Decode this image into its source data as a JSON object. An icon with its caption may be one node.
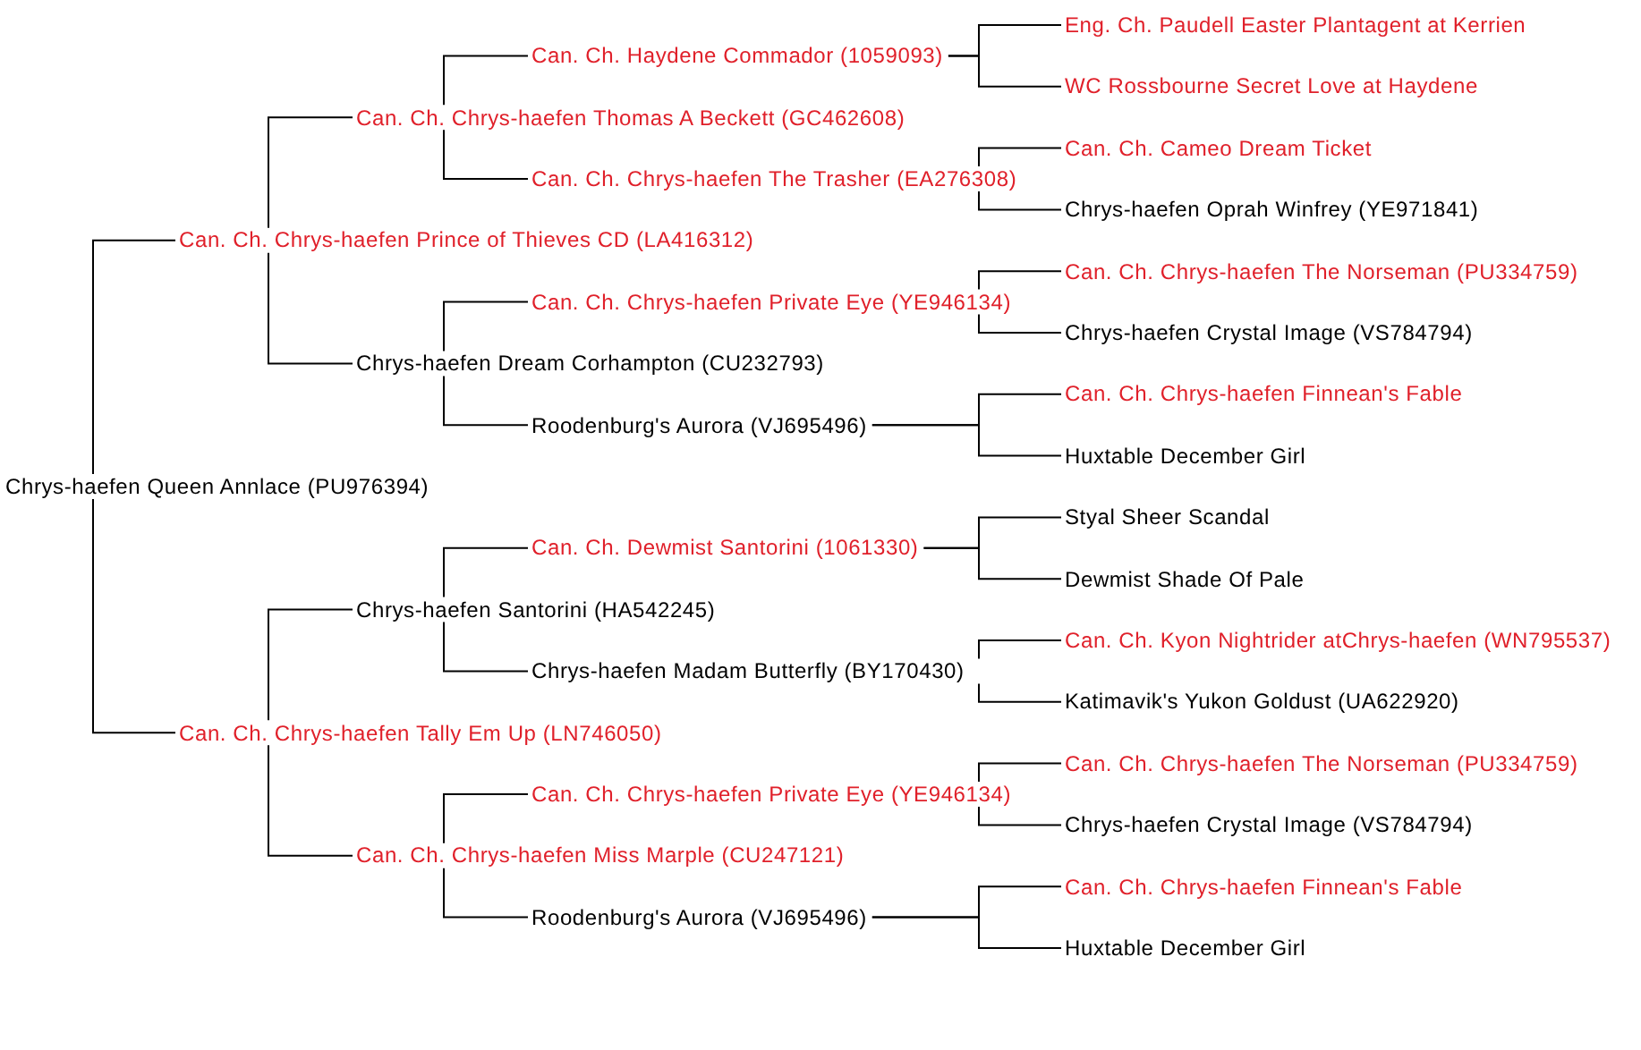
{
  "diagram": {
    "nodes": [
      {
        "text": [
          "Eng. Ch. Paudell Easter Plantagent at Kerrien"
        ]
      },
      {
        "text": [
          "Can. Ch. Haydene Commador (1059093)"
        ]
      },
      {
        "text": [
          "WC Rossbourne Secret Love at Haydene"
        ]
      },
      {
        "text": [
          "Can. Ch. Chrys-haefen Thomas A Beckett (GC462608)"
        ]
      },
      {
        "text": [
          "Can. Ch. Cameo Dream Ticket"
        ]
      },
      {
        "text": [
          "Can. Ch. Chrys-haefen The Trasher (EA276308)"
        ]
      },
      {
        "text": [
          "Chrys-haefen Oprah Winfrey (YE971841)"
        ]
      },
      {
        "text": [
          "Can. Ch. Chrys-haefen Prince of Thieves CD (LA416312)"
        ]
      },
      {
        "text": [
          "Can. Ch. Chrys-haefen The Norseman (PU334759)"
        ]
      },
      {
        "text": [
          "Can. Ch. Chrys-haefen Private Eye (YE946134)"
        ]
      },
      {
        "text": [
          "Chrys-haefen Crystal Image (VS784794)"
        ]
      },
      {
        "text": [
          "Chrys-haefen Dream Corhampton (CU232793)"
        ]
      },
      {
        "text": [
          "Can. Ch. Chrys-haefen Finnean's Fable"
        ]
      },
      {
        "text": [
          "Roodenburg's Aurora (VJ695496)"
        ]
      },
      {
        "text": [
          "Huxtable December Girl"
        ]
      },
      {
        "text": [
          "Chrys-haefen Queen Annlace (PU976394)"
        ]
      },
      {
        "text": [
          "Styal Sheer Scandal"
        ]
      },
      {
        "text": [
          "Can. Ch. Dewmist Santorini (1061330)"
        ]
      },
      {
        "text": [
          "Dewmist Shade Of Pale"
        ]
      },
      {
        "text": [
          "Chrys-haefen Santorini (HA542245)"
        ]
      },
      {
        "text": [
          "Can. Ch. Kyon Nightrider atChrys-haefen (WN795537)"
        ]
      },
      {
        "text": [
          "Chrys-haefen Madam Butterfly (BY170430)"
        ]
      },
      {
        "text": [
          "Katimavik's Yukon Goldust (UA622920)"
        ]
      },
      {
        "text": [
          "Can. Ch. Chrys-haefen Tally Em Up (LN746050)"
        ]
      },
      {
        "text": [
          "Can. Ch. Chrys-haefen The Norseman (PU334759)"
        ]
      },
      {
        "text": [
          "Can. Ch. Chrys-haefen Private Eye (YE946134)"
        ]
      },
      {
        "text": [
          "Chrys-haefen Crystal Image (VS784794)"
        ]
      },
      {
        "text": [
          "Can. Ch. Chrys-haefen Miss Marple (CU247121)"
        ]
      },
      {
        "text": [
          "Can. Ch. Chrys-haefen Finnean's Fable"
        ]
      },
      {
        "text": [
          "Roodenburg's Aurora (VJ695496)"
        ]
      },
      {
        "text": [
          "Huxtable December Girl"
        ]
      }
    ],
    "edges": [
      {
        "from": 15,
        "to": 7,
        "arrow": "none"
      },
      {
        "from": 15,
        "to": 23,
        "arrow": "none"
      },
      {
        "from": 7,
        "to": 3,
        "arrow": "none"
      },
      {
        "from": 7,
        "to": 11,
        "arrow": "none"
      },
      {
        "from": 23,
        "to": 19,
        "arrow": "none"
      },
      {
        "from": 23,
        "to": 27,
        "arrow": "none"
      },
      {
        "from": 3,
        "to": 1,
        "arrow": "none"
      },
      {
        "from": 3,
        "to": 5,
        "arrow": "none"
      },
      {
        "from": 11,
        "to": 9,
        "arrow": "none"
      },
      {
        "from": 11,
        "to": 13,
        "arrow": "none"
      },
      {
        "from": 19,
        "to": 17,
        "arrow": "none"
      },
      {
        "from": 19,
        "to": 21,
        "arrow": "none"
      },
      {
        "from": 27,
        "to": 25,
        "arrow": "none"
      },
      {
        "from": 27,
        "to": 29,
        "arrow": "none"
      },
      {
        "from": 1,
        "to": 0,
        "arrow": "none"
      },
      {
        "from": 1,
        "to": 2,
        "arrow": "none"
      },
      {
        "from": 5,
        "to": 4,
        "arrow": "none"
      },
      {
        "from": 5,
        "to": 6,
        "arrow": "none"
      },
      {
        "from": 9,
        "to": 8,
        "arrow": "none"
      },
      {
        "from": 9,
        "to": 10,
        "arrow": "none"
      },
      {
        "from": 13,
        "to": 12,
        "arrow": "none"
      },
      {
        "from": 13,
        "to": 14,
        "arrow": "none"
      },
      {
        "from": 17,
        "to": 16,
        "arrow": "none"
      },
      {
        "from": 17,
        "to": 18,
        "arrow": "none"
      },
      {
        "from": 21,
        "to": 20,
        "arrow": "none"
      },
      {
        "from": 21,
        "to": 22,
        "arrow": "none"
      },
      {
        "from": 25,
        "to": 24,
        "arrow": "none"
      },
      {
        "from": 25,
        "to": 26,
        "arrow": "none"
      },
      {
        "from": 29,
        "to": 28,
        "arrow": "none"
      },
      {
        "from": 29,
        "to": 30,
        "arrow": "none"
      }
    ]
  }
}
